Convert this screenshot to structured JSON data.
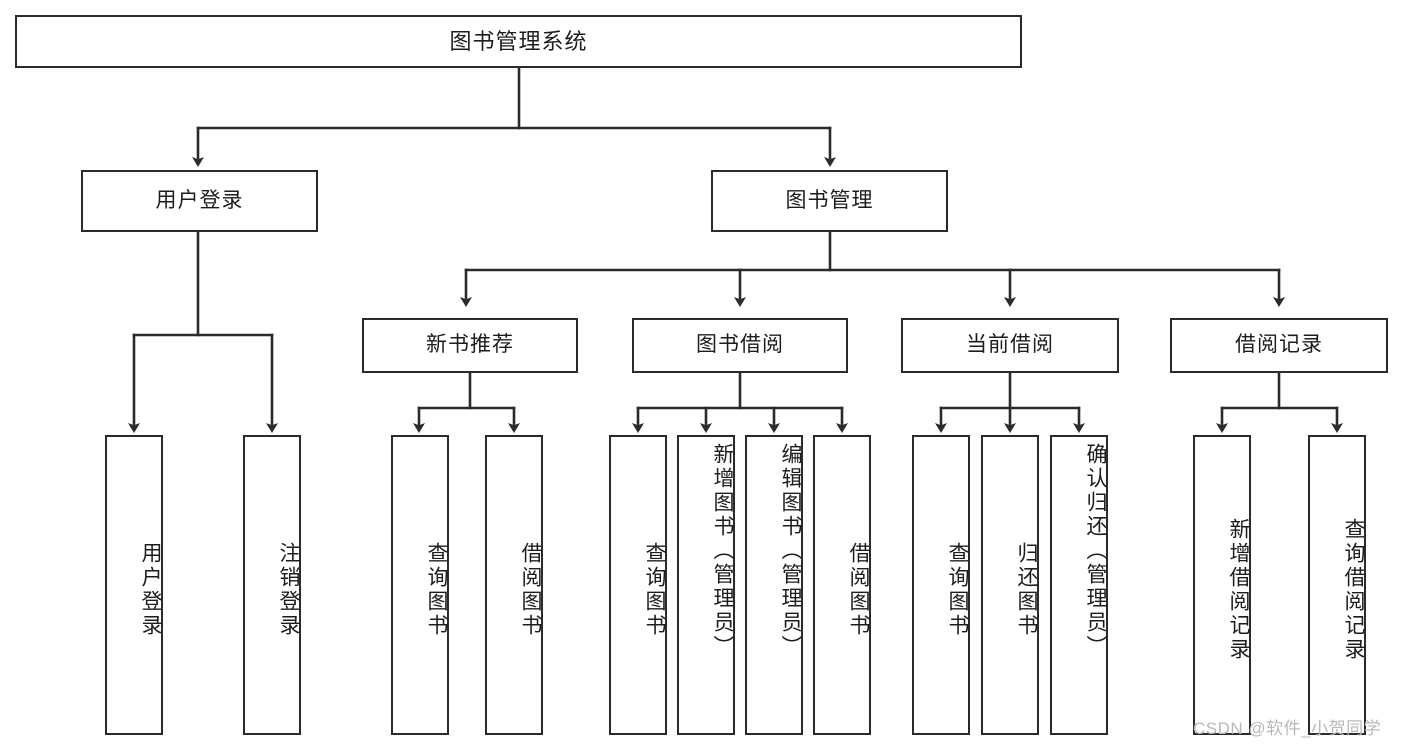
{
  "diagram": {
    "title": "图书管理系统",
    "type": "tree",
    "colors": {
      "box_border": "#2b2b2b",
      "box_fill": "#ffffff",
      "edge": "#2b2b2b",
      "text": "#1d1d1d",
      "watermark": "#b9b9b9",
      "background": "#ffffff"
    },
    "nodes": {
      "root": {
        "label": "图书管理系统"
      },
      "level2": [
        {
          "label": "用户登录"
        },
        {
          "label": "图书管理"
        }
      ],
      "level3": [
        {
          "label": "新书推荐"
        },
        {
          "label": "图书借阅"
        },
        {
          "label": "当前借阅"
        },
        {
          "label": "借阅记录"
        }
      ],
      "leaves": {
        "user_login": [
          {
            "label": "用户登录"
          },
          {
            "label": "注销登录"
          }
        ],
        "new_book_recommend": [
          {
            "label": "查询图书"
          },
          {
            "label": "借阅图书"
          }
        ],
        "book_borrow": [
          {
            "label": "查询图书"
          },
          {
            "label": "新增图书（管理员）"
          },
          {
            "label": "编辑图书（管理员）"
          },
          {
            "label": "借阅图书"
          }
        ],
        "current_borrow": [
          {
            "label": "查询图书"
          },
          {
            "label": "归还图书"
          },
          {
            "label": "确认归还（管理员）"
          }
        ],
        "borrow_record": [
          {
            "label": "新增借阅记录"
          },
          {
            "label": "查询借阅记录"
          }
        ]
      }
    },
    "watermark": "CSDN @软件_小贺同学"
  }
}
